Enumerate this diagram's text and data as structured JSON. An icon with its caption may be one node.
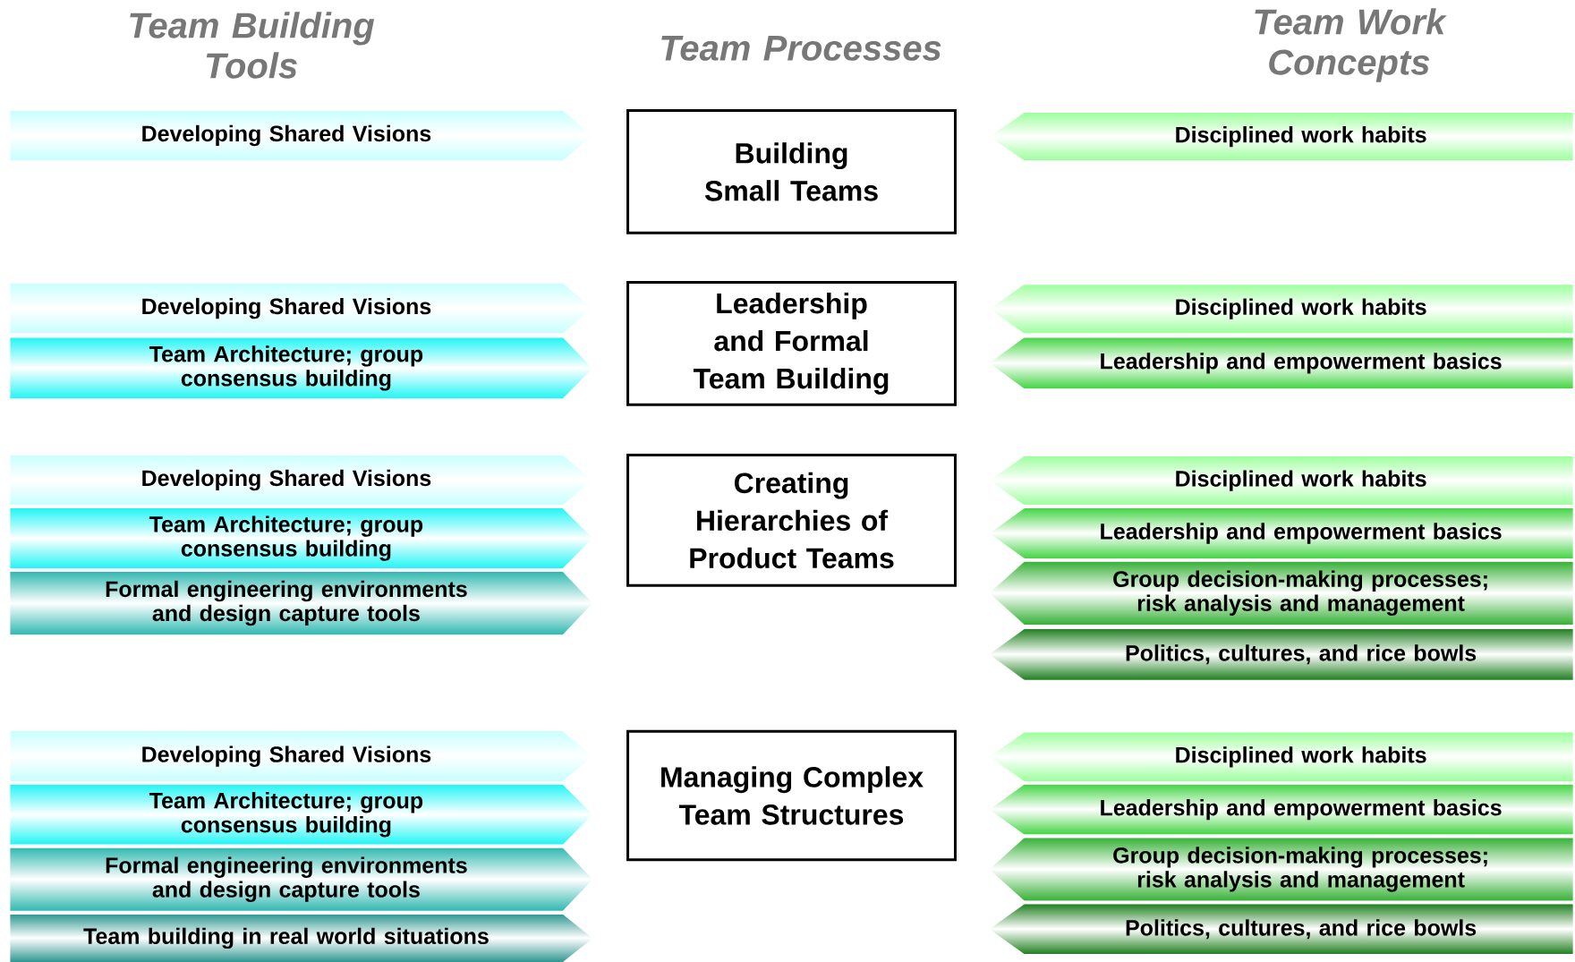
{
  "diagram": {
    "nodes": [
      {
        "text": [
          "Developing Shared Visions"
        ]
      },
      {
        "text": [
          "Building Small Teams"
        ]
      },
      {
        "text": [
          "Disciplined work habits"
        ]
      },
      {
        "text": [
          "Developing Shared Visions"
        ]
      },
      {
        "text": [
          "Team Architecture; group consensus building"
        ]
      },
      {
        "text": [
          "Leadership and Formal Team Building"
        ]
      },
      {
        "text": [
          "Disciplined work habits"
        ]
      },
      {
        "text": [
          "Leadership and empowerment basics"
        ]
      },
      {
        "text": [
          "Developing Shared Visions"
        ]
      },
      {
        "text": [
          "Team Architecture; group consensus building"
        ]
      },
      {
        "text": [
          "Formal engineering environments and design capture tools"
        ]
      },
      {
        "text": [
          "Creating Hierarchies of Product Teams"
        ]
      },
      {
        "text": [
          "Disciplined work habits"
        ]
      },
      {
        "text": [
          "Leadership and empowerment basics"
        ]
      },
      {
        "text": [
          "Group decision-making processes; risk analysis and management"
        ]
      },
      {
        "text": [
          "Politics, cultures, and rice bowls"
        ]
      },
      {
        "text": [
          "Developing Shared Visions"
        ]
      },
      {
        "text": [
          "Team Architecture; group consensus building"
        ]
      },
      {
        "text": [
          "Formal engineering environments and design capture tools"
        ]
      },
      {
        "text": [
          "Team building in real world situations"
        ]
      },
      {
        "text": [
          "Managing Complex Team Structures"
        ]
      },
      {
        "text": [
          "Disciplined work habits"
        ]
      },
      {
        "text": [
          "Leadership and empowerment basics"
        ]
      },
      {
        "text": [
          "Group decision-making processes; risk analysis and management"
        ]
      },
      {
        "text": [
          "Politics, cultures, and rice bowls"
        ]
      }
    ],
    "labels": [
      "Team Building Tools",
      "Team Processes",
      "Team Work Concepts"
    ]
  }
}
